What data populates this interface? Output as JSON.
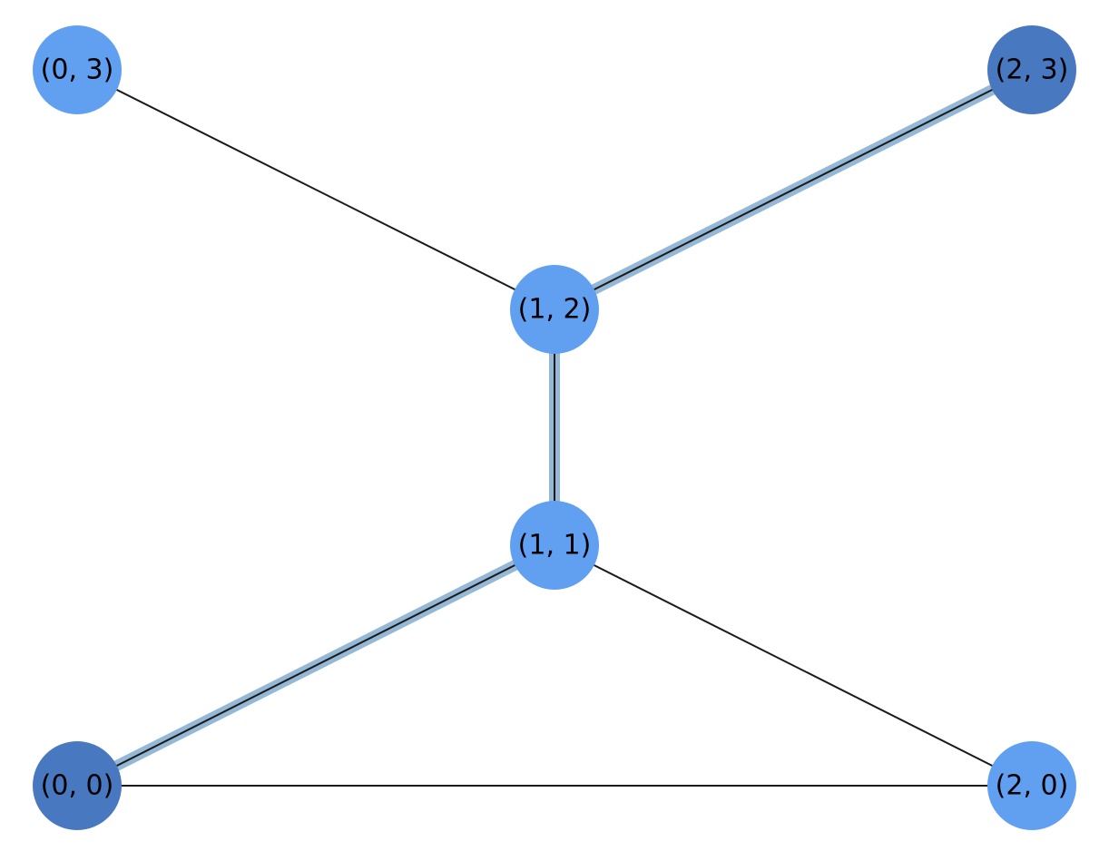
{
  "colors": {
    "background": "#ffffff",
    "edge": "#1a1a1a",
    "path_highlight": "#94b8d6",
    "node_default": "#619ff1",
    "node_endpoint": "#4878c0",
    "label": "#000000"
  },
  "nodes": [
    {
      "id": "n03",
      "label": "(0, 3)",
      "role": "default"
    },
    {
      "id": "n23",
      "label": "(2, 3)",
      "role": "endpoint"
    },
    {
      "id": "n12",
      "label": "(1, 2)",
      "role": "default"
    },
    {
      "id": "n11",
      "label": "(1, 1)",
      "role": "default"
    },
    {
      "id": "n00",
      "label": "(0, 0)",
      "role": "endpoint"
    },
    {
      "id": "n20",
      "label": "(2, 0)",
      "role": "default"
    }
  ],
  "edges": [
    {
      "source": "n03",
      "target": "n12",
      "highlighted": false
    },
    {
      "source": "n12",
      "target": "n23",
      "highlighted": true
    },
    {
      "source": "n12",
      "target": "n11",
      "highlighted": true
    },
    {
      "source": "n11",
      "target": "n00",
      "highlighted": true
    },
    {
      "source": "n11",
      "target": "n20",
      "highlighted": false
    },
    {
      "source": "n00",
      "target": "n20",
      "highlighted": false
    }
  ]
}
